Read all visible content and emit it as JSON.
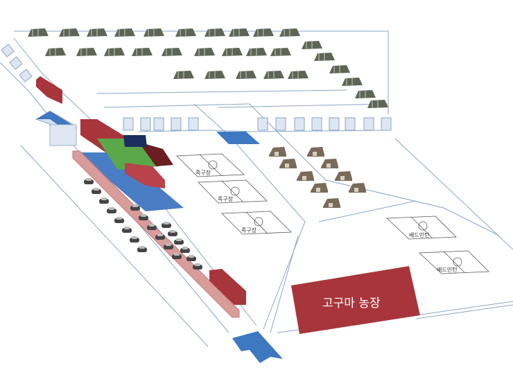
{
  "fields": {
    "jokgu": [
      "족구장",
      "족구장",
      "족구장"
    ],
    "badminton": [
      "배드민턴",
      "배드민턴"
    ]
  },
  "farm": {
    "label": "고구마 농장"
  },
  "colors": {
    "road": "#7f9cc0",
    "building": "#a8353b",
    "water": "#4a7ec4",
    "farm": "#a8353b",
    "tent": "#5d6656",
    "cabin": "#7a6a5a",
    "arrow": "#3d78c0",
    "lawn": "#5aa84a"
  }
}
